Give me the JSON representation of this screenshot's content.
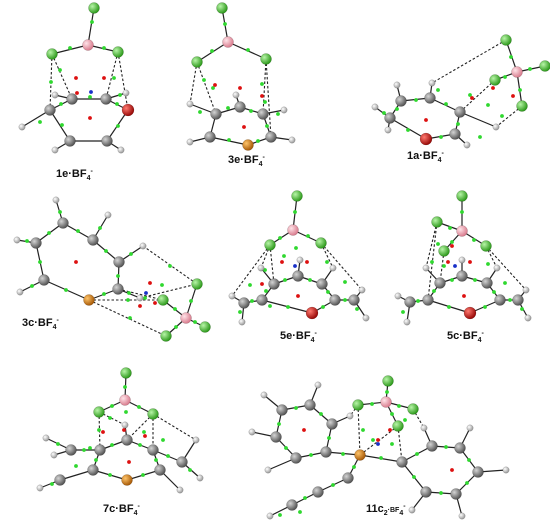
{
  "figure": {
    "colors": {
      "carbon": "#7b7b7b",
      "hydrogen": "#cfcfcf",
      "fluorine": "#57cf3c",
      "boron": "#f3a7b5",
      "oxygen": "#d1120f",
      "phosphorus": "#e08a16",
      "bond_cp": "#2fd82f",
      "ring_cp": "#dd1010",
      "cage_cp": "#1830c8"
    },
    "panels": [
      {
        "label": "1e·BF",
        "sub": "4",
        "sup": "-",
        "heteroatom": "oxygen"
      },
      {
        "label": "3e·BF",
        "sub": "4",
        "sup": "-",
        "heteroatom": "phosphorus"
      },
      {
        "label": "1a·BF",
        "sub": "4",
        "sup": "-",
        "heteroatom": "oxygen"
      },
      {
        "label": "3c·BF",
        "sub": "4",
        "sup": "-",
        "heteroatom": "phosphorus"
      },
      {
        "label": "5e·BF",
        "sub": "4",
        "sup": "-",
        "heteroatom": "oxygen"
      },
      {
        "label": "5c·BF",
        "sub": "4",
        "sup": "-",
        "heteroatom": "oxygen"
      },
      {
        "label": "7c·BF",
        "sub": "4",
        "sup": "-",
        "heteroatom": "phosphorus"
      },
      {
        "label": "11c",
        "sub": "2",
        "label2": "·BF",
        "sub2": "4",
        "sup": "-",
        "heteroatom": "phosphorus"
      }
    ]
  }
}
